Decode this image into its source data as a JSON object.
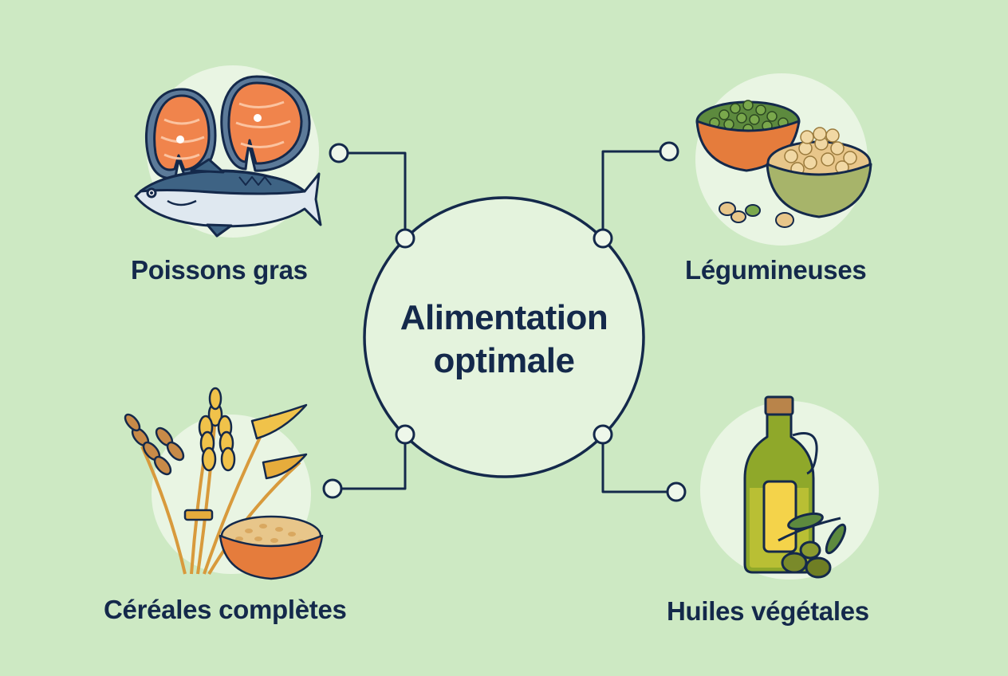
{
  "center": {
    "line1": "Alimentation",
    "line2": "optimale"
  },
  "categories": [
    {
      "id": "fish",
      "label": "Poissons gras",
      "icon": "fish-salmon-mackerel-icon"
    },
    {
      "id": "legumes",
      "label": "Légumineuses",
      "icon": "lentil-chickpea-bowls-icon"
    },
    {
      "id": "grains",
      "label": "Céréales complètes",
      "icon": "wheat-grain-bowl-icon"
    },
    {
      "id": "oils",
      "label": "Huiles végétales",
      "icon": "olive-oil-bottle-icon"
    }
  ],
  "colors": {
    "background": "#cde9c3",
    "line": "#14294b",
    "text": "#14294b",
    "center_fill": "#e4f3dd",
    "icon_bg": "#e9f5e3"
  }
}
